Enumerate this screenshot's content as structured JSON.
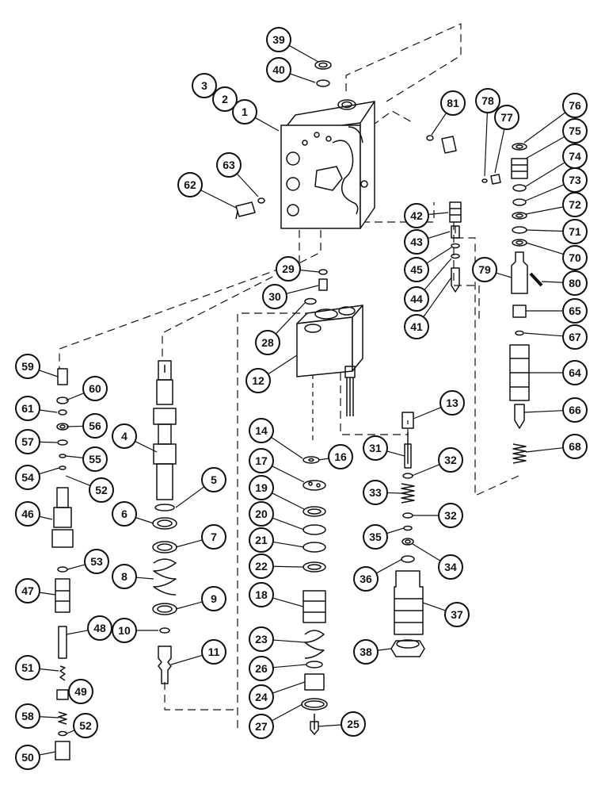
{
  "diagram": {
    "callouts": [
      {
        "id": "c1",
        "label": "1"
      },
      {
        "id": "c2",
        "label": "2"
      },
      {
        "id": "c3",
        "label": "3"
      },
      {
        "id": "c4",
        "label": "4"
      },
      {
        "id": "c5",
        "label": "5"
      },
      {
        "id": "c6",
        "label": "6"
      },
      {
        "id": "c7",
        "label": "7"
      },
      {
        "id": "c8",
        "label": "8"
      },
      {
        "id": "c9",
        "label": "9"
      },
      {
        "id": "c10",
        "label": "10"
      },
      {
        "id": "c11",
        "label": "11"
      },
      {
        "id": "c12",
        "label": "12"
      },
      {
        "id": "c13",
        "label": "13"
      },
      {
        "id": "c14",
        "label": "14"
      },
      {
        "id": "c16",
        "label": "16"
      },
      {
        "id": "c17",
        "label": "17"
      },
      {
        "id": "c18",
        "label": "18"
      },
      {
        "id": "c19",
        "label": "19"
      },
      {
        "id": "c20",
        "label": "20"
      },
      {
        "id": "c21",
        "label": "21"
      },
      {
        "id": "c22",
        "label": "22"
      },
      {
        "id": "c23",
        "label": "23"
      },
      {
        "id": "c24",
        "label": "24"
      },
      {
        "id": "c25",
        "label": "25"
      },
      {
        "id": "c26",
        "label": "26"
      },
      {
        "id": "c27",
        "label": "27"
      },
      {
        "id": "c28",
        "label": "28"
      },
      {
        "id": "c29",
        "label": "29"
      },
      {
        "id": "c30",
        "label": "30"
      },
      {
        "id": "c31",
        "label": "31"
      },
      {
        "id": "c32a",
        "label": "32"
      },
      {
        "id": "c32b",
        "label": "32"
      },
      {
        "id": "c33",
        "label": "33"
      },
      {
        "id": "c34",
        "label": "34"
      },
      {
        "id": "c35",
        "label": "35"
      },
      {
        "id": "c36",
        "label": "36"
      },
      {
        "id": "c37",
        "label": "37"
      },
      {
        "id": "c38",
        "label": "38"
      },
      {
        "id": "c39",
        "label": "39"
      },
      {
        "id": "c40",
        "label": "40"
      },
      {
        "id": "c41",
        "label": "41"
      },
      {
        "id": "c42",
        "label": "42"
      },
      {
        "id": "c43",
        "label": "43"
      },
      {
        "id": "c44",
        "label": "44"
      },
      {
        "id": "c45",
        "label": "45"
      },
      {
        "id": "c46",
        "label": "46"
      },
      {
        "id": "c47",
        "label": "47"
      },
      {
        "id": "c48",
        "label": "48"
      },
      {
        "id": "c49",
        "label": "49"
      },
      {
        "id": "c50",
        "label": "50"
      },
      {
        "id": "c51",
        "label": "51"
      },
      {
        "id": "c52a",
        "label": "52"
      },
      {
        "id": "c52b",
        "label": "52"
      },
      {
        "id": "c53",
        "label": "53"
      },
      {
        "id": "c54",
        "label": "54"
      },
      {
        "id": "c55",
        "label": "55"
      },
      {
        "id": "c56",
        "label": "56"
      },
      {
        "id": "c57",
        "label": "57"
      },
      {
        "id": "c58",
        "label": "58"
      },
      {
        "id": "c59",
        "label": "59"
      },
      {
        "id": "c60",
        "label": "60"
      },
      {
        "id": "c61",
        "label": "61"
      },
      {
        "id": "c62",
        "label": "62"
      },
      {
        "id": "c63",
        "label": "63"
      },
      {
        "id": "c64",
        "label": "64"
      },
      {
        "id": "c65",
        "label": "65"
      },
      {
        "id": "c66",
        "label": "66"
      },
      {
        "id": "c67",
        "label": "67"
      },
      {
        "id": "c68",
        "label": "68"
      },
      {
        "id": "c70",
        "label": "70"
      },
      {
        "id": "c71",
        "label": "71"
      },
      {
        "id": "c72",
        "label": "72"
      },
      {
        "id": "c73",
        "label": "73"
      },
      {
        "id": "c74",
        "label": "74"
      },
      {
        "id": "c75",
        "label": "75"
      },
      {
        "id": "c76",
        "label": "76"
      },
      {
        "id": "c77",
        "label": "77"
      },
      {
        "id": "c78",
        "label": "78"
      },
      {
        "id": "c79",
        "label": "79"
      },
      {
        "id": "c80",
        "label": "80"
      },
      {
        "id": "c81",
        "label": "81"
      }
    ]
  },
  "colors": {
    "line": "#111111",
    "background": "#ffffff"
  }
}
